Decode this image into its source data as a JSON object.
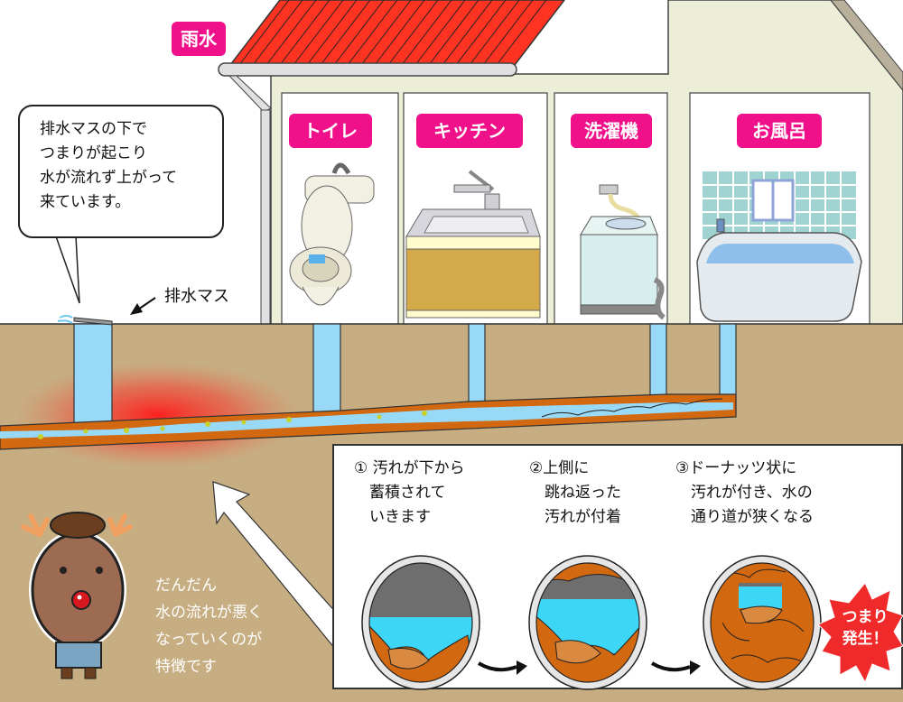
{
  "labels": {
    "rain_water": "雨水",
    "toilet": "トイレ",
    "kitchen": "キッチン",
    "washing_machine": "洗濯機",
    "bath": "お風呂",
    "drain_box": "排水マス"
  },
  "speech_bubble": {
    "lines": [
      "排水マスの下で",
      "つまりが起こり",
      "水が流れず上がって",
      "来ています。"
    ]
  },
  "steps": [
    {
      "lines": [
        "① 汚れが下から",
        "　蓄積されて",
        "　いきます"
      ]
    },
    {
      "lines": [
        "②上側に",
        "　跳ね返った",
        "　汚れが付着"
      ]
    },
    {
      "lines": [
        "③ドーナッツ状に",
        "　汚れが付き、水の",
        "　通り道が狭くなる"
      ]
    }
  ],
  "burst": {
    "lines": [
      "つまり",
      "発生！"
    ]
  },
  "mascot": {
    "lines": [
      "だんだん",
      "水の流れが悪く",
      "なっていくのが",
      "特徴です"
    ]
  },
  "colors": {
    "tag_pink": "#f0118a",
    "roof_red": "#ff3322",
    "ground": "#c7ae82",
    "water": "#99d9f8",
    "sludge": "#d2680f",
    "wall": "#eceed8"
  }
}
